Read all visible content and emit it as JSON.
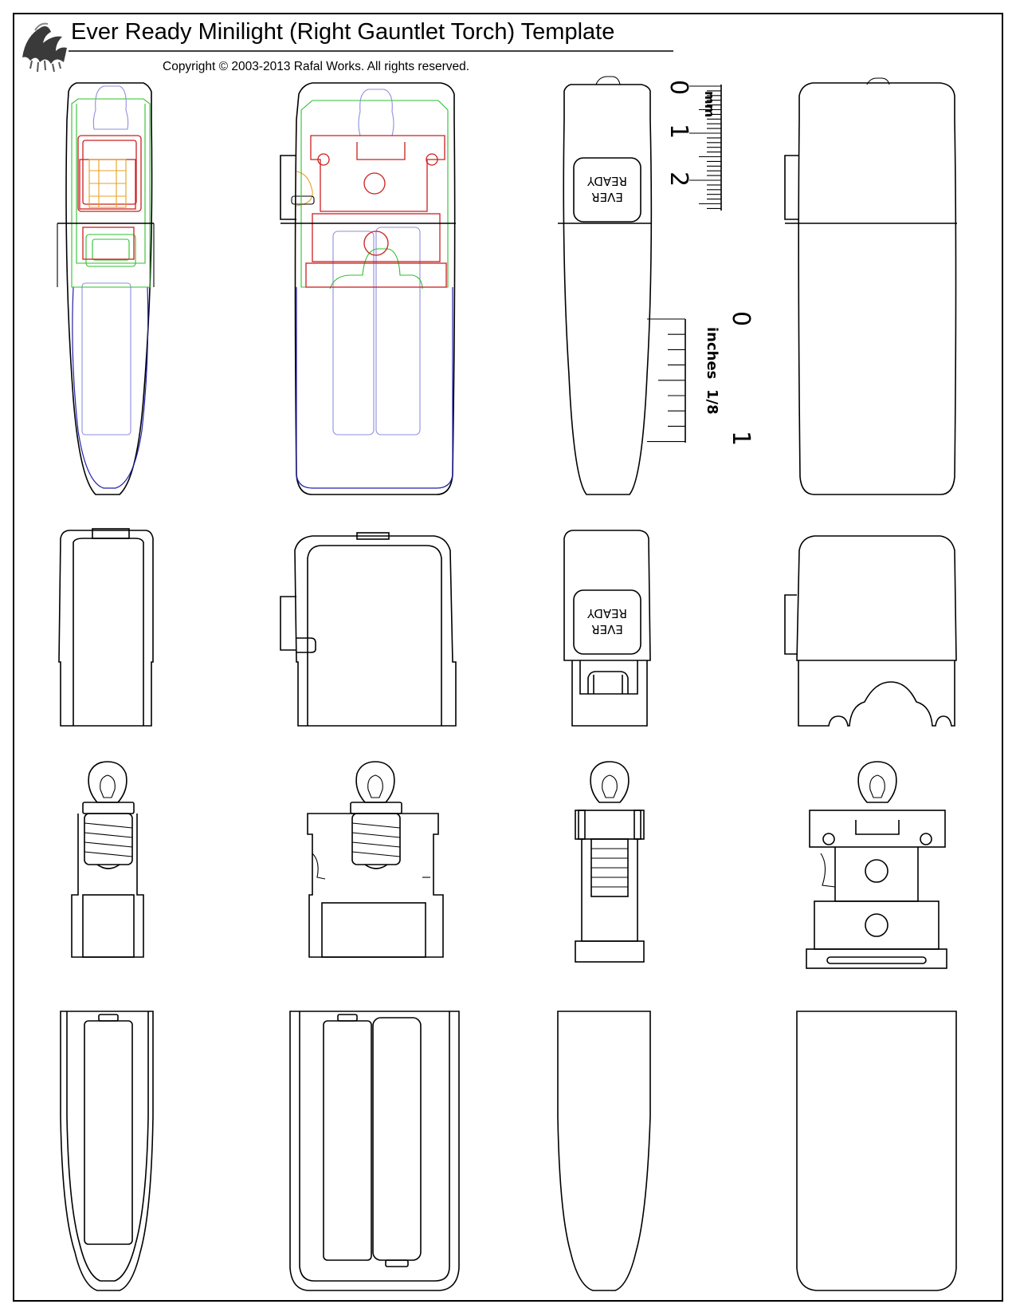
{
  "header": {
    "title": "Ever Ready Minilight (Right Gauntlet Torch) Template",
    "copyright": "Copyright © 2003-2013 Rafal Works. All rights reserved."
  },
  "rulers": {
    "mm": {
      "unit": "mm",
      "labels": [
        "0",
        "1",
        "2"
      ]
    },
    "inches": {
      "unit": "inches",
      "labels": [
        "0",
        "1/8",
        "1"
      ]
    }
  },
  "badge": {
    "line1": "EVER",
    "line2": "READY"
  }
}
